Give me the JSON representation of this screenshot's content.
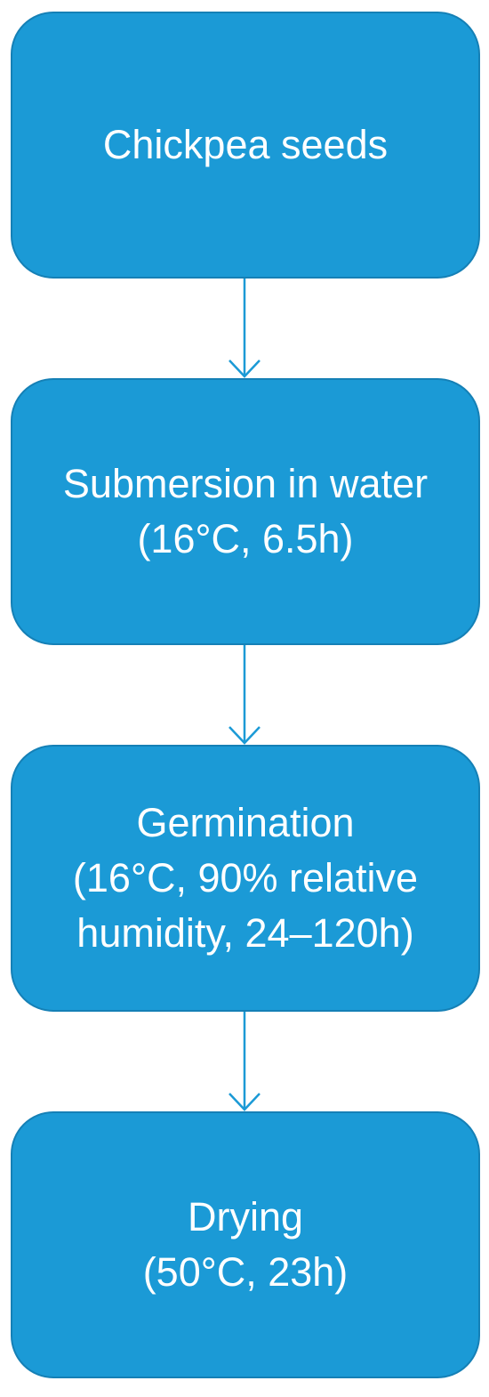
{
  "diagram": {
    "steps": [
      {
        "lines": [
          "Chickpea seeds"
        ]
      },
      {
        "lines": [
          "Submersion in water",
          "(16°C, 6.5h)"
        ]
      },
      {
        "lines": [
          "Germination",
          "(16°C, 90% relative",
          "humidity, 24–120h)"
        ]
      },
      {
        "lines": [
          "Drying",
          "(50°C, 23h)"
        ]
      }
    ],
    "colors": {
      "box_fill": "#1b9ad6",
      "box_border": "#1580b6",
      "arrow": "#1b9ad6",
      "text": "#ffffff"
    }
  }
}
